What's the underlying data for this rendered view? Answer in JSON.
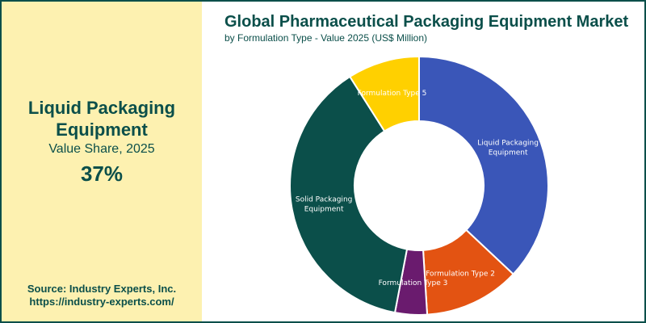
{
  "sidebar": {
    "title_line1": "Liquid Packaging",
    "title_line2": "Equipment",
    "subtitle": "Value Share, 2025",
    "value": "37%",
    "source_line1": "Source: Industry Experts, Inc.",
    "source_line2": "https://industry-experts.com/"
  },
  "colors": {
    "brand": "#0b4f4a",
    "sidebar_bg": "#fdf1b0"
  },
  "chart_data": {
    "type": "pie",
    "donut": true,
    "title": "Global Pharmaceutical Packaging Equipment Market",
    "subtitle": "by Formulation Type - Value 2025 (US$ Million)",
    "start": "12 o'clock, clockwise",
    "slices": [
      {
        "name": "Liquid Packaging Equipment",
        "label_lines": [
          "Liquid Packaging",
          "Equipment"
        ],
        "value": 37,
        "color": "#3a56b8"
      },
      {
        "name": "Formulation Type 2",
        "label_lines": [
          "Formulation Type 2"
        ],
        "value": 12,
        "color": "#e35312"
      },
      {
        "name": "Formulation Type 3",
        "label_lines": [
          "Formulation Type 3"
        ],
        "value": 4,
        "color": "#6a1b6e"
      },
      {
        "name": "Solid Packaging Equipment",
        "label_lines": [
          "Solid Packaging",
          "Equipment"
        ],
        "value": 38,
        "color": "#0b4f4a"
      },
      {
        "name": "Formulation Type 5",
        "label_lines": [
          "Formulation Type 5"
        ],
        "value": 9,
        "color": "#ffd000"
      }
    ]
  }
}
